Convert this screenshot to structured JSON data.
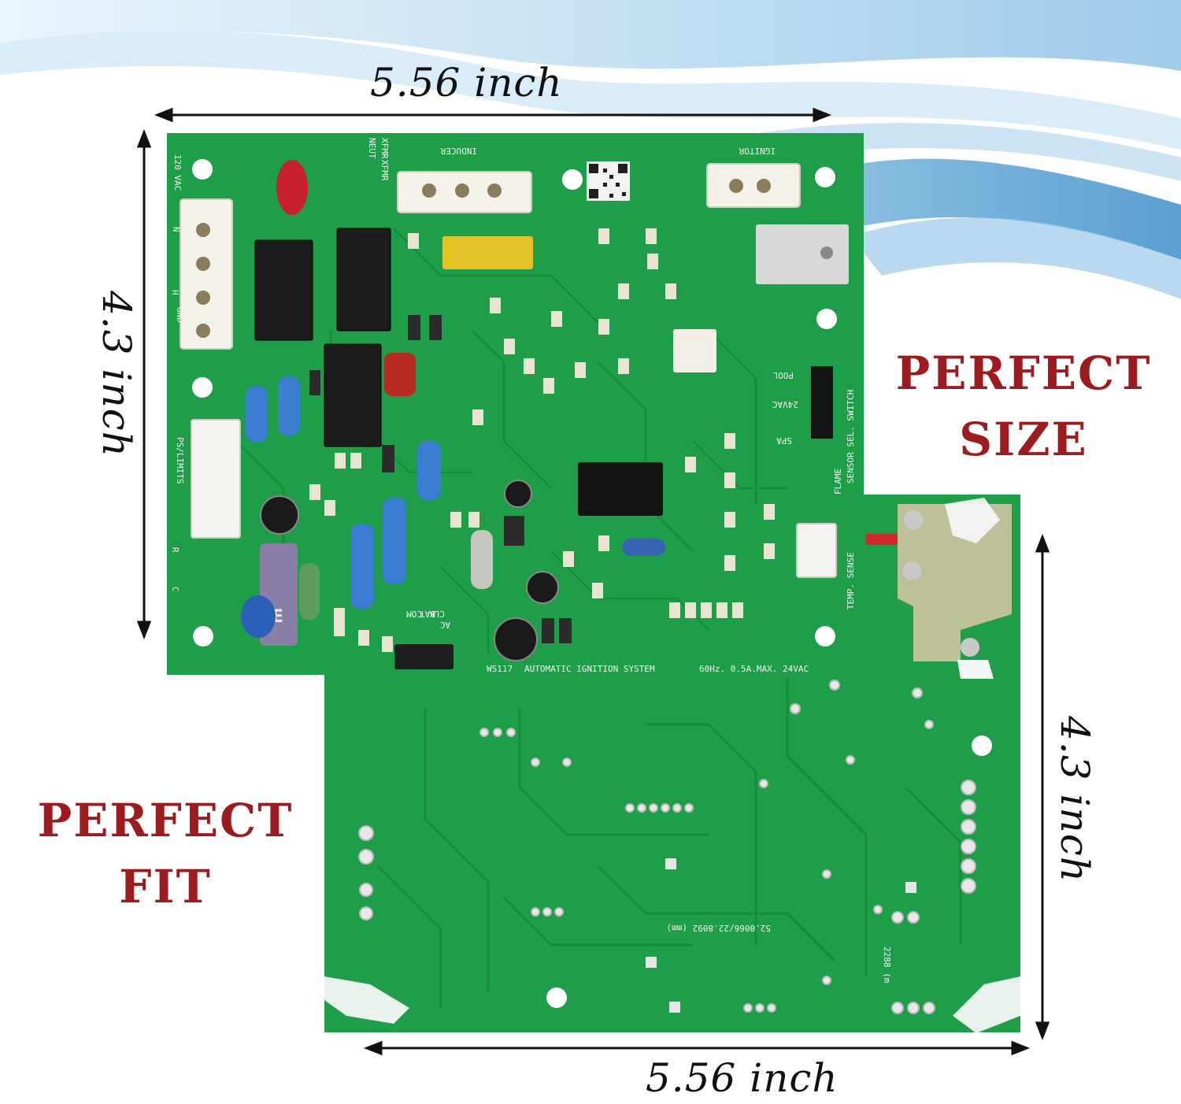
{
  "dimensions": {
    "top_width": "5.56 inch",
    "left_height": "4.3 inch",
    "right_height": "4.3 inch",
    "bottom_width": "5.56 inch"
  },
  "taglines": {
    "size": [
      "PERFECT",
      "SIZE"
    ],
    "fit": [
      "PERFECT",
      "FIT"
    ]
  },
  "board_labels": {
    "inducer": "INDUCER",
    "ignitor": "IGNITOR",
    "vac": "120 VAC",
    "xfmr": "XFMR",
    "neut": "NEUT",
    "xfmr2": "XFMR",
    "h": "H",
    "n": "N",
    "gnd": "GND",
    "ps_limits": "PS/LIMITS",
    "r": "R",
    "c": "C",
    "pool": "POOL",
    "vac24": "24VAC",
    "spa": "SPA",
    "sensor_sel_switch": "SENSOR SEL. SWITCH",
    "flame": "FLAME",
    "temp_sense": "TEMP. SENSE",
    "ac": "AC",
    "clk": "CLK",
    "dat": "DAT",
    "com": "COM",
    "system": "AUTOMATIC IGNITION SYSTEM",
    "model": "WS117",
    "rating": "60Hz. 0.5A.MAX. 24VAC",
    "back_code": "52.0066/22.8092 (mm)",
    "back_code2": "2288 (m"
  },
  "colors": {
    "pcb_green": "#1f9e4a",
    "pcb_dark": "#178a3e",
    "tagline_red": "#9b1b1f",
    "wave_blue": "#5fa9d8"
  }
}
